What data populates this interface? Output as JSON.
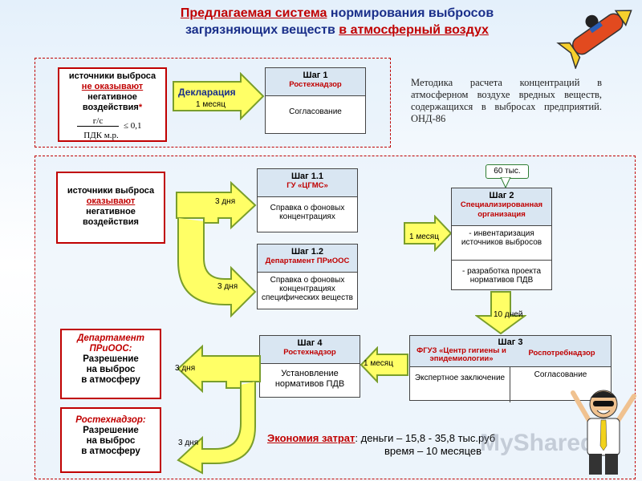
{
  "title": {
    "line1_red": "Предлагаемая система",
    "line1_rest": " нормирования выбросов",
    "line2_start": "загрязняющих веществ ",
    "line2_red": "в атмосферный воздух"
  },
  "top": {
    "sources": {
      "l1": "источники выброса",
      "l2": "не оказывают",
      "l3": "негативное",
      "l4": "воздействия",
      "asterisk": "*"
    },
    "formula": {
      "num": "г/с",
      "cmp": "≤ 0,1",
      "den": "ПДК м.р."
    },
    "declaration": {
      "label": "Декларация",
      "period": "1 месяц"
    },
    "step1": {
      "title": "Шаг 1",
      "org": "Ростехнадзор",
      "body": "Согласование"
    },
    "method": "Методика расчета концентраций в атмосферном воздухе вредных веществ, содержащихся в выбросах предприятий. ОНД-86"
  },
  "bottom": {
    "sources": {
      "l1": "источники выброса",
      "l2": "оказывают",
      "l3": "негативное",
      "l4": "воздействия"
    },
    "arrow_days_1": "3 дня",
    "arrow_days_2": "3 дня",
    "step11": {
      "title": "Шаг 1.1",
      "org": "ГУ «ЦГМС»",
      "body": "Справка о фоновых концентрациях"
    },
    "step12": {
      "title": "Шаг 1.2",
      "org": "Департамент ПРиООС",
      "body": "Справка о фоновых концентрациях специфических веществ"
    },
    "month_label_1": "1 месяц",
    "cost_bubble": "60 тыс.",
    "step2": {
      "title": "Шаг 2",
      "org": "Специализированная организация",
      "body1": "- инвентаризация источников выбросов",
      "body2": "- разработка проекта нормативов ПДВ"
    },
    "days10": "10 дней",
    "step3": {
      "title": "Шаг 3",
      "org_left": "ФГУЗ «Центр гигиены и эпидемиологии»",
      "org_right": "Роспотребнадзор",
      "body_left": "Экспертное заключение",
      "body_right": "Согласование"
    },
    "month_label_2": "1 месяц",
    "step4": {
      "title": "Шаг 4",
      "org": "Ростехнадзор",
      "body": "Установление нормативов ПДВ"
    },
    "days_a": "3 дня",
    "days_b": "3 дня",
    "dept1": {
      "name": "Департамент ПРиООС:",
      "l1": "Разрешение",
      "l2": "на выброс",
      "l3": "в атмосферу"
    },
    "dept2": {
      "name": "Ростехнадзор:",
      "l1": "Разрешение",
      "l2": "на выброс",
      "l3": "в атмосферу"
    },
    "economy": {
      "label": "Экономия затрат",
      "money": ": деньги – 15,8 - 35,8 тыс.руб",
      "time": "время – 10 месяцев"
    }
  },
  "watermark": "MyShared",
  "colors": {
    "red": "#c00000",
    "arrow_yellow": "#ffff66",
    "arrow_green": "#7a9e2b",
    "header_blue": "#d9e6f2"
  }
}
